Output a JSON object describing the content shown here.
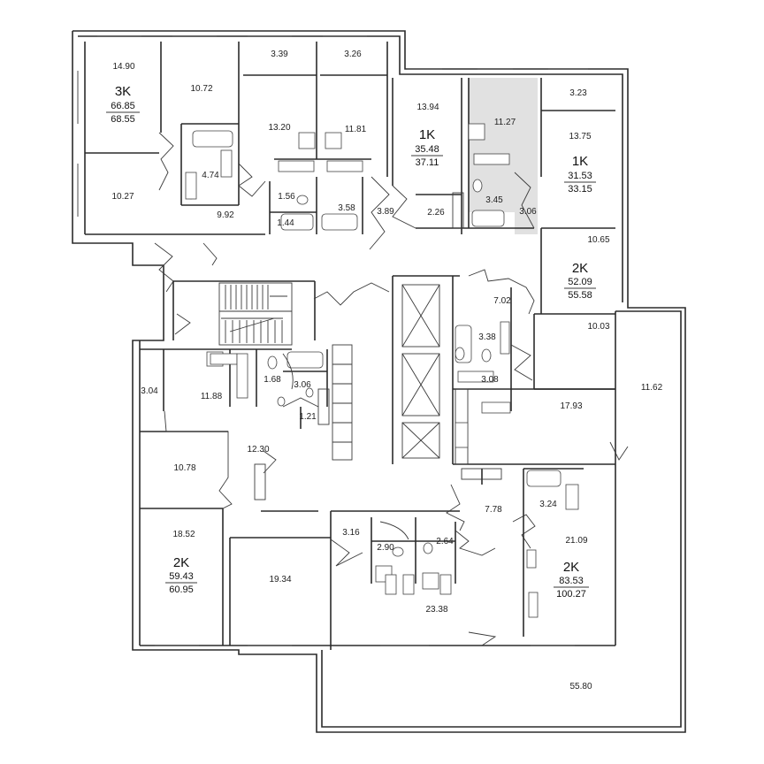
{
  "colors": {
    "wall": "#2b2b2b",
    "highlight": "#e1e1e1",
    "background": "#ffffff"
  },
  "apartments": {
    "a3k": {
      "type": "3K",
      "area": "66.85",
      "total": "68.55"
    },
    "a1k1": {
      "type": "1K",
      "area": "35.48",
      "total": "37.11"
    },
    "a1k2": {
      "type": "1K",
      "area": "31.53",
      "total": "33.15"
    },
    "a2k1": {
      "type": "2K",
      "area": "52.09",
      "total": "55.58"
    },
    "a2k2": {
      "type": "2K",
      "area": "59.43",
      "total": "60.95"
    },
    "a2k3": {
      "type": "2K",
      "area": "83.53",
      "total": "100.27"
    }
  },
  "rooms": [
    "14.90",
    "10.72",
    "3.39",
    "3.26",
    "10.27",
    "4.74",
    "13.20",
    "11.81",
    "9.92",
    "1.56",
    "3.58",
    "1.44",
    "13.94",
    "3.89",
    "2.26",
    "11.27",
    "3.23",
    "13.75",
    "3.45",
    "3.06",
    "10.65",
    "7.02",
    "3.38",
    "10.03",
    "3.04",
    "11.88",
    "1.68",
    "3.06",
    "1.21",
    "3.08",
    "11.62",
    "17.93",
    "12.30",
    "10.78",
    "7.78",
    "3.24",
    "18.52",
    "3.16",
    "2.64",
    "21.09",
    "2.90",
    "19.34",
    "23.38",
    "55.80"
  ]
}
